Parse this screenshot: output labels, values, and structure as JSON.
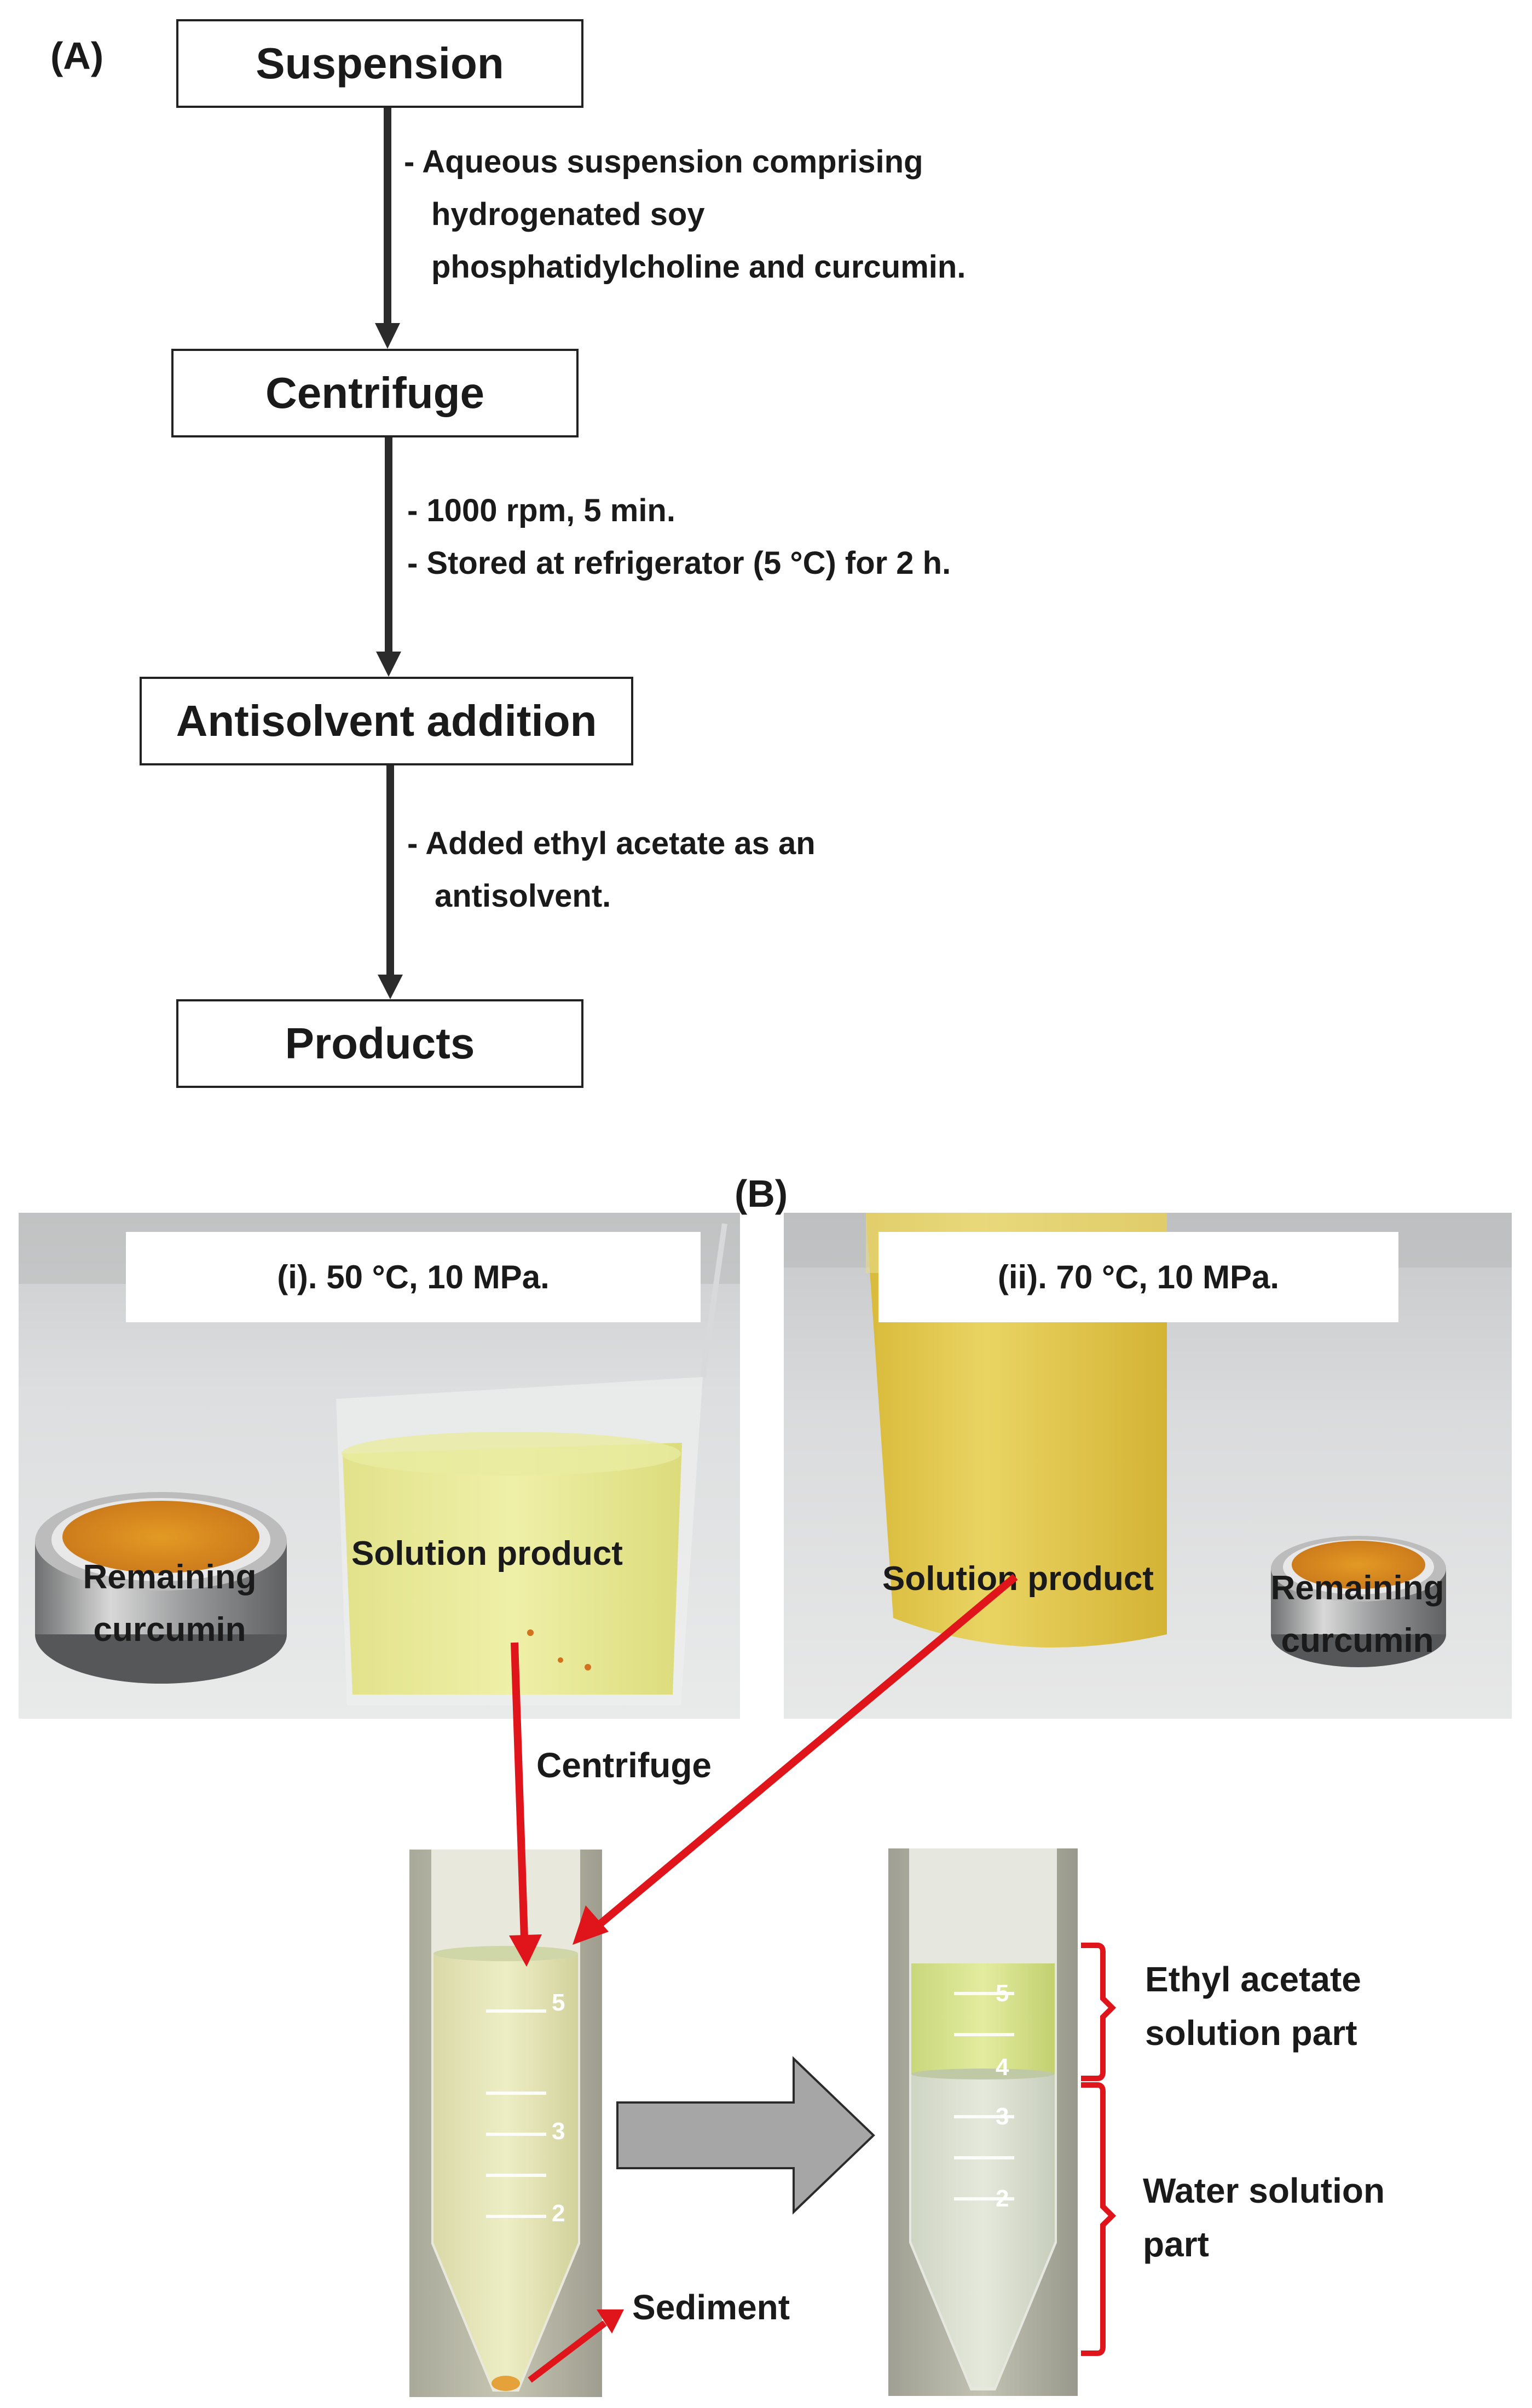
{
  "panel_a": {
    "label": "(A)",
    "steps": [
      {
        "label": "Suspension"
      },
      {
        "label": "Centrifuge"
      },
      {
        "label": "Antisolvent addition"
      },
      {
        "label": "Products"
      }
    ],
    "notes": [
      [
        "- Aqueous suspension comprising",
        "hydrogenated soy",
        "phosphatidylcholine and curcumin."
      ],
      [
        "- 1000 rpm, 5 min.",
        "- Stored at refrigerator (5 °C) for 2 h."
      ],
      [
        "- Added ethyl acetate as an",
        "antisolvent."
      ]
    ]
  },
  "panel_b": {
    "label": "(B)",
    "photo_i": {
      "caption": "(i). 50 °C, 10 MPa.",
      "remaining": [
        "Remaining",
        "curcumin"
      ],
      "solution": "Solution product"
    },
    "photo_ii": {
      "caption": "(ii). 70 °C, 10 MPa.",
      "remaining": [
        "Remaining",
        "curcumin"
      ],
      "solution": "Solution product"
    },
    "centrifuge_label": "Centrifuge",
    "sediment_label": "Sediment",
    "ethyl_label": [
      "Ethyl acetate",
      "solution part"
    ],
    "water_label": [
      "Water solution",
      "part"
    ],
    "tube_marks_left": [
      "5",
      "3",
      "2"
    ],
    "tube_marks_right": [
      "5",
      "4",
      "3",
      "2"
    ]
  },
  "colors": {
    "arrow_red": "#e0141b",
    "flow_arrow": "#2b2b2b",
    "process_arrow": "#a6a6a6",
    "curcumin_orange": "#d98e1c",
    "solution_yellow": "#e6e48a"
  }
}
